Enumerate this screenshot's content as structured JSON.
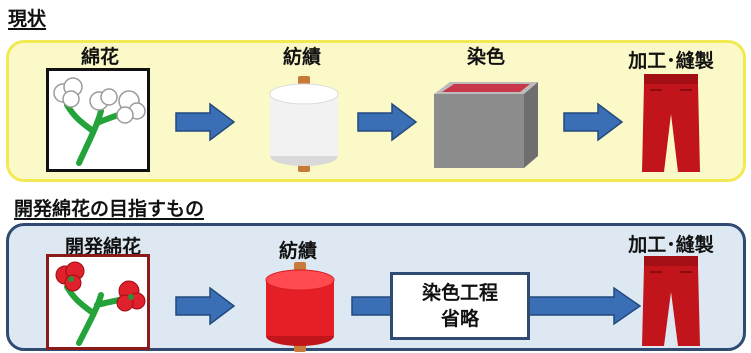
{
  "current": {
    "title": "現状",
    "steps": [
      {
        "label": "綿花",
        "icon": "cotton-plant-icon"
      },
      {
        "label": "紡績",
        "icon": "white-yarn-spool-icon"
      },
      {
        "label": "染色",
        "icon": "dye-vat-icon"
      },
      {
        "label": "加工･縫製",
        "icon": "red-pants-icon"
      }
    ]
  },
  "developed": {
    "title": "開発綿花の目指すもの",
    "steps": [
      {
        "label": "開発綿花",
        "icon": "red-cotton-plant-icon"
      },
      {
        "label": "紡績",
        "icon": "red-yarn-spool-icon"
      },
      {
        "label_line1": "染色工程",
        "label_line2": "省略"
      },
      {
        "label": "加工･縫製",
        "icon": "red-pants-icon"
      }
    ]
  },
  "colors": {
    "current_panel_bg": "#fcf9c8",
    "current_panel_border": "#f1ea55",
    "developed_panel_bg": "#dde8f3",
    "developed_panel_border": "#2f4b72",
    "arrow": "#3a6fb5",
    "pants": "#c2151b",
    "stem": "#23a33a",
    "red_boll": "#e0202a"
  }
}
